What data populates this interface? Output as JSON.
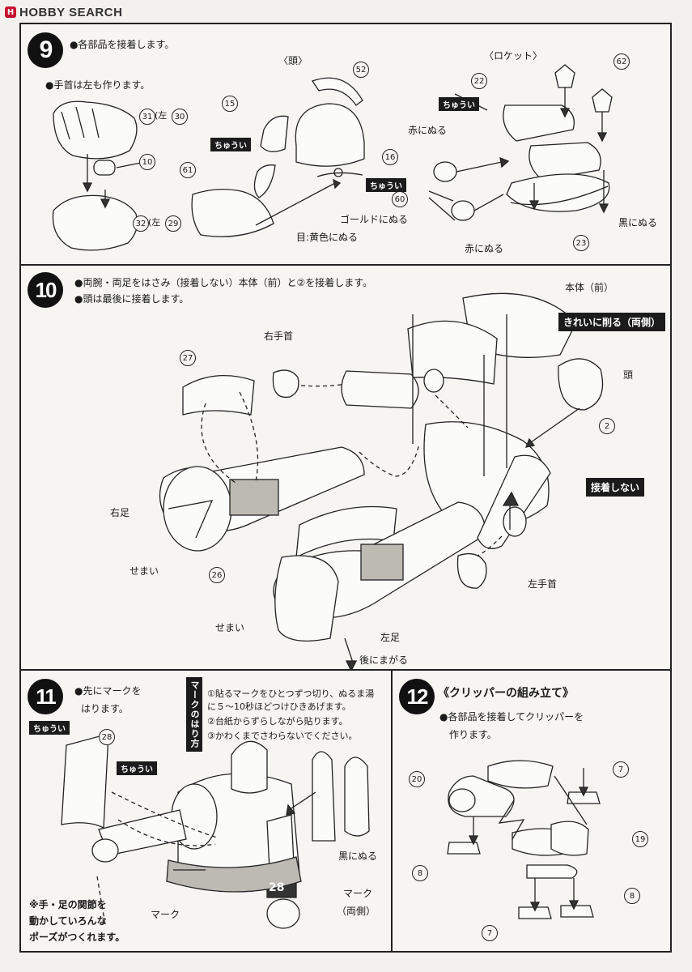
{
  "header": {
    "site_name": "HOBBY SEARCH",
    "logo_glyph": "H"
  },
  "step9": {
    "number": "9",
    "instruction": "●各部品を接着します。",
    "note_wrist": "●手首は左も作ります。",
    "head_title": "〈頭〉",
    "rocket_title": "〈ロケット〉",
    "caution": "ちゅうい",
    "gold_paint": "ゴールドにぬる",
    "eye_paint": "目:黄色にぬる",
    "red_paint": "赤にぬる",
    "black_paint": "黒にぬる",
    "parts": {
      "p31": "31",
      "p30": "30",
      "p31_text": "(左",
      "p32": "32",
      "p29": "29",
      "p10": "10",
      "p15": "15",
      "p52": "52",
      "p16": "16",
      "p61": "61",
      "p22": "22",
      "p62": "62",
      "p60": "60",
      "p23": "23"
    }
  },
  "step10": {
    "number": "10",
    "line1": "●両腕・両足をはさみ（接着しない）本体（前）と②を接着します。",
    "line2": "●頭は最後に接着します。",
    "body_front": "本体（前）",
    "shave_clean": "きれいに削る（両側）",
    "head": "頭",
    "right_wrist": "右手首",
    "left_wrist": "左手首",
    "no_glue": "接着しない",
    "right_leg": "右足",
    "left_leg": "左足",
    "narrow1": "せまい",
    "narrow2": "せまい",
    "bend_back": "後にまがる",
    "parts": {
      "p27": "27",
      "p2": "2",
      "p26": "26"
    }
  },
  "step11": {
    "number": "11",
    "line1": "●先にマークを",
    "line2": "はります。",
    "vertical_label": "マークのはり方",
    "how1": "①貼るマークをひとつずつ切り、ぬるま湯",
    "how1b": "に５～10秒ほどつけひきあげます。",
    "how2": "②台紙からずらしながら貼ります。",
    "how3": "③かわくまでさわらないでください。",
    "caution": "ちゅうい",
    "black_paint": "黒にぬる",
    "mark_both": "マーク",
    "mark_both2": "（両側）",
    "mark": "マーク",
    "note1": "※手・足の関節を",
    "note2": "動かしていろんな",
    "note3": "ポーズがつくれます。",
    "decal_number": "28",
    "parts": {
      "p28": "28"
    }
  },
  "step12": {
    "number": "12",
    "title": "《クリッパーの組み立て》",
    "line1": "●各部品を接着してクリッパーを",
    "line2": "作ります。",
    "parts": {
      "p20": "20",
      "p7a": "7",
      "p19": "19",
      "p8a": "8",
      "p8b": "8",
      "p7b": "7"
    }
  }
}
